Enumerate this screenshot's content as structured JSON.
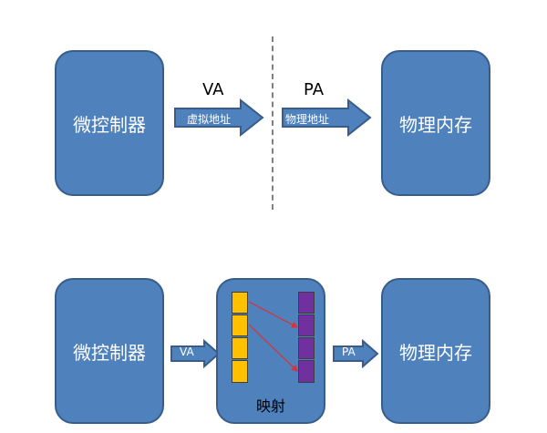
{
  "top": {
    "left_box": "微控制器",
    "right_box": "物理内存",
    "va_label": "VA",
    "pa_label": "PA",
    "va_arrow_text": "虚拟地址",
    "pa_arrow_text": "物理地址"
  },
  "bottom": {
    "left_box": "微控制器",
    "right_box": "物理内存",
    "va_arrow_text": "VA",
    "pa_arrow_text": "PA",
    "mapping_label": "映射"
  },
  "colors": {
    "box_fill": "#4f81bd",
    "box_border": "#385d8a",
    "yellow": "#ffc000",
    "purple": "#7030a0",
    "map_link": "#e03030"
  }
}
